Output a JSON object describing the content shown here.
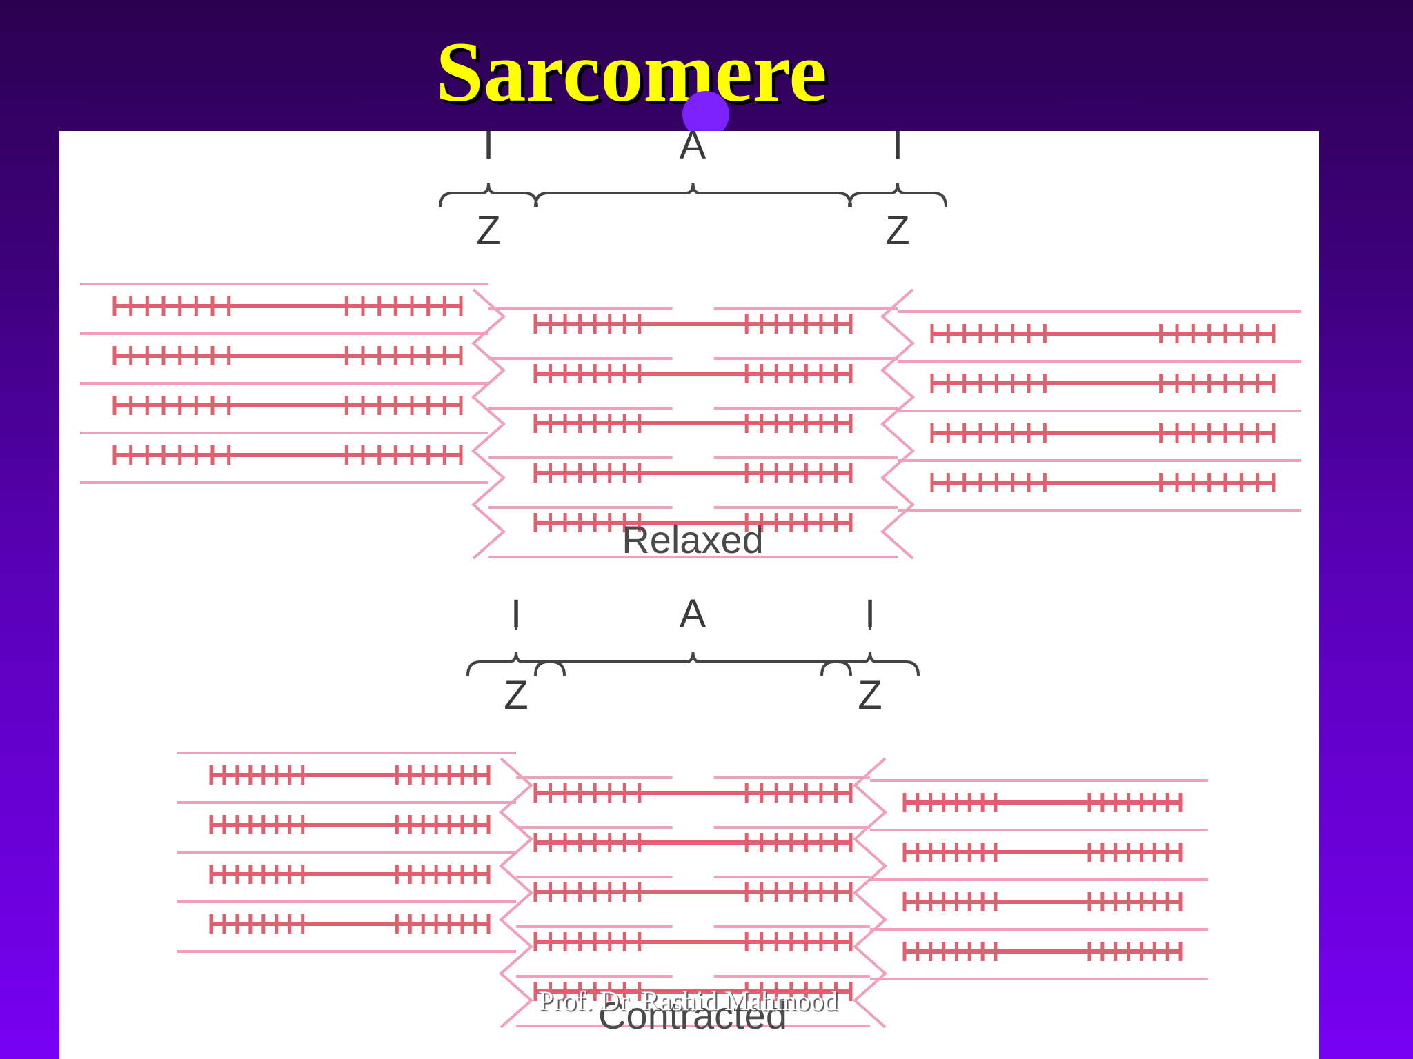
{
  "slide": {
    "title": "Sarcomere",
    "footer": "Prof. Dr. Rashid Mahmood"
  },
  "figure": {
    "relaxed": {
      "caption": "Relaxed",
      "band_labels": {
        "left_i": "I",
        "a": "A",
        "right_i": "I"
      },
      "z_labels": {
        "left": "Z",
        "right": "Z"
      }
    },
    "contracted": {
      "caption": "Contracted",
      "band_labels": {
        "left_i": "I",
        "a": "A",
        "right_i": "I"
      },
      "z_labels": {
        "left": "Z",
        "right": "Z"
      }
    }
  },
  "colors": {
    "background_top": "#2c0050",
    "background_bottom": "#7700f2",
    "title": "#ffff00",
    "thick_filament": "#e06070",
    "thin_filament": "#f0a0b8",
    "bracket": "#444444"
  }
}
